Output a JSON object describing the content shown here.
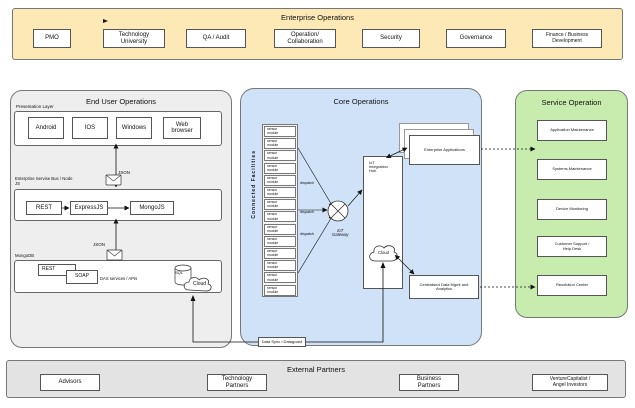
{
  "enterprise": {
    "title": "Enterprise Operations",
    "items": [
      "PMO",
      "Technology\nUniversity",
      "QA / Audit",
      "Operation/\nCollaboration",
      "Security",
      "Governance",
      "Finance / Business\nDevelopment"
    ]
  },
  "end_user": {
    "title": "End User Operations",
    "presentation_layer": "Presentation Layer",
    "platforms": [
      "Android",
      "IOS",
      "Windows",
      "Web\nbrowser"
    ],
    "json_label_1": "JSON",
    "esb_label": "Enterprise Servise Bus / Node\nJS",
    "esb_items": [
      "REST",
      "ExpressJS",
      "MongoJS"
    ],
    "json_label_2": "JSON",
    "mongodb_label": "MongoDB",
    "rest": "REST",
    "soap": "SOAP",
    "das": "DAS services / APIs",
    "sql": "SQL",
    "cloud": "Cloud"
  },
  "core": {
    "title": "Core Operations",
    "connected_facilities": "Connected Facilities",
    "sensor_label": "sensor\nmodule",
    "dispatch": "dispatch",
    "gateway": "IoT\nGateway",
    "hub": "IoT\nIntegration\nHub",
    "cloud": "Cloud",
    "enterprise_apps": "Enterprise Applications",
    "central_data": "Centralised Data Mgmt and\nAnalytics"
  },
  "service": {
    "title": "Service Operation",
    "items": [
      "Application Maintenance",
      "Systems Maintenance",
      "Device Monitoring",
      "Customer Support /\nHelp Desk",
      "Resolution Center"
    ]
  },
  "data_sync": "Data Sync / Dataguard",
  "external": {
    "title": "External Partners",
    "items": [
      "Advisors",
      "Technology\nPartners",
      "Business\nPartners",
      "VentureCapitalist /\nAngel Investors"
    ]
  }
}
